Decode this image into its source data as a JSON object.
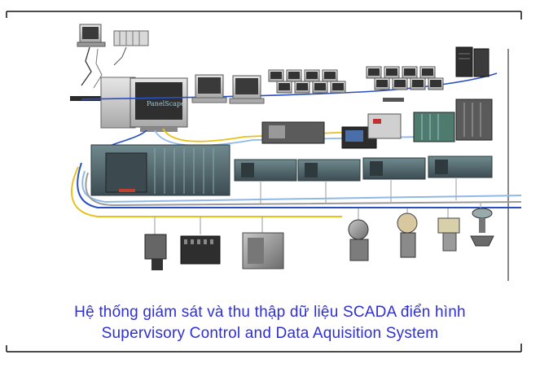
{
  "diagram": {
    "screen_label": "PanelScape",
    "caption_line1": "Hệ thống giám sát và thu thập dữ liệu SCADA điển hình",
    "caption_line2": "Supervisory Control and Data Aquisition System",
    "colors": {
      "caption": "#2f2fd6",
      "bus_blue": "#2a4fc0",
      "bus_yellow": "#e8c21a",
      "bus_lightblue": "#8fb8e8",
      "bus_grey": "#9a9a9a",
      "equipment": "#4a5560",
      "controller_teal": "#5a8a8a"
    },
    "icons": [
      "workstation-icon",
      "server-icon",
      "plc-rack-icon",
      "transmitter-icon",
      "valve-icon",
      "camera-icon",
      "network-switch-icon"
    ]
  }
}
